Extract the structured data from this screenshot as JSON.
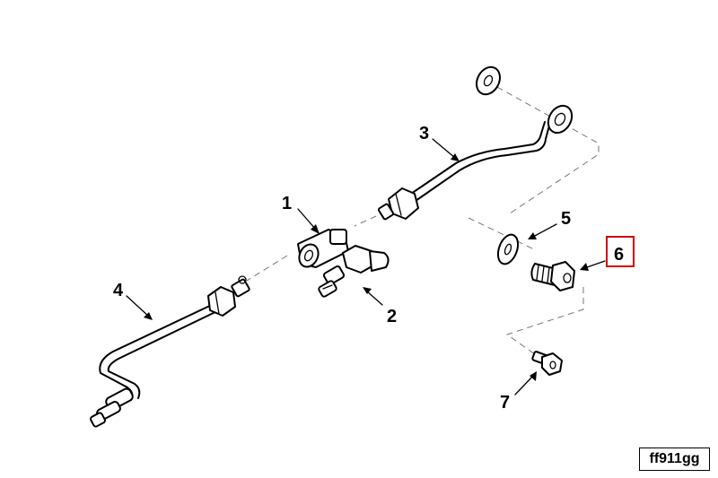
{
  "callouts": {
    "c1": "1",
    "c2": "2",
    "c3": "3",
    "c4": "4",
    "c5": "5",
    "c6": "6",
    "c7": "7"
  },
  "highlighted_callout": "6",
  "figure_id": "ff911gg",
  "colors": {
    "line": "#000000",
    "highlight": "#d00000",
    "leader": "#777777"
  }
}
